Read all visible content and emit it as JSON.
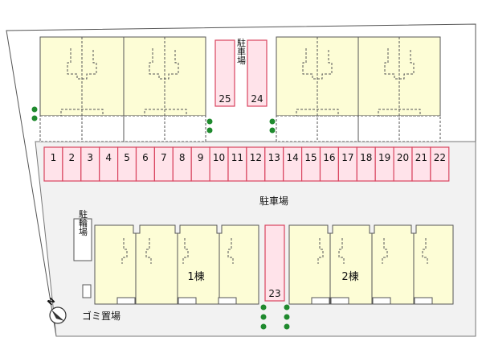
{
  "top_parking": {
    "left_space": "25",
    "right_space": "24",
    "label": "駐車場"
  },
  "parking_row": {
    "spaces": [
      "1",
      "2",
      "3",
      "4",
      "5",
      "6",
      "7",
      "8",
      "9",
      "10",
      "11",
      "12",
      "13",
      "14",
      "15",
      "16",
      "17",
      "18",
      "19",
      "20",
      "21",
      "22"
    ]
  },
  "main_parking": {
    "label": "駐車場"
  },
  "center_space": {
    "number": "23"
  },
  "building1": {
    "label": "1棟"
  },
  "building2": {
    "label": "2棟"
  },
  "bicycle_parking": {
    "label": "駐輪場"
  },
  "garbage": {
    "label": "ゴミ置場"
  },
  "compass": {
    "letter": "N"
  },
  "colors": {
    "building_fill": "#fdfdd6",
    "parking_fill": "#ffe3ea",
    "parking_stroke": "#d9445f",
    "lot_fill": "#f2f2f2",
    "tree": "#1f8a2e"
  }
}
